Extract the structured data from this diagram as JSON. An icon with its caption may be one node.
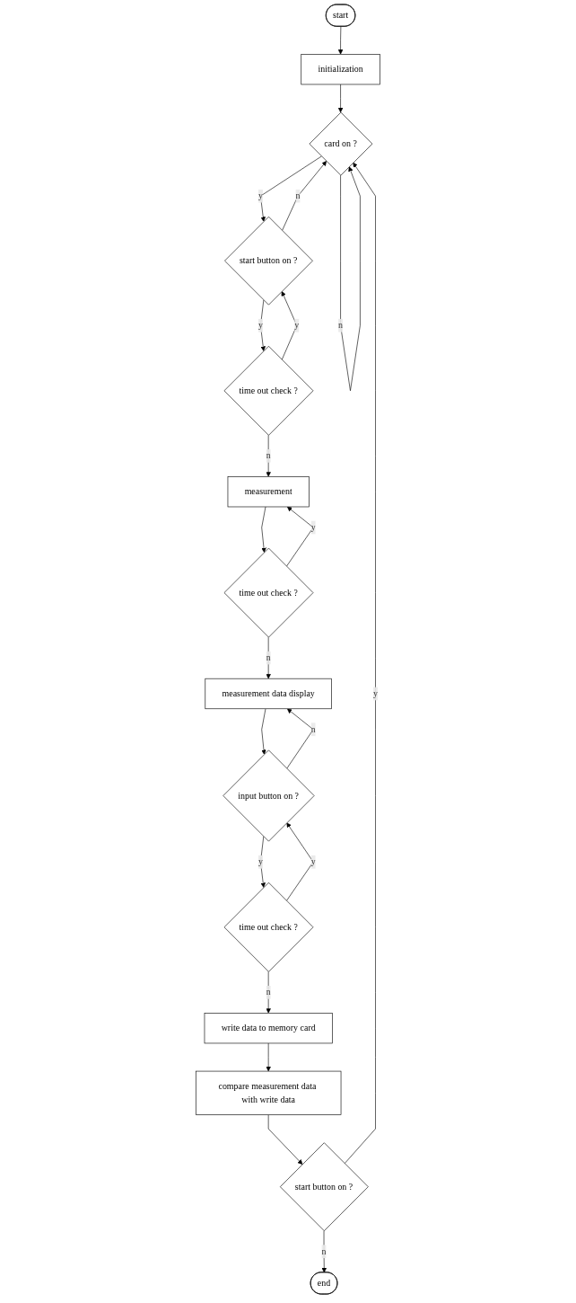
{
  "diagram": {
    "nodes": [
      {
        "text": [
          "start"
        ]
      },
      {
        "text": [
          "initialization"
        ]
      },
      {
        "text": [
          "card on ?"
        ]
      },
      {
        "text": [
          "start button on ?"
        ]
      },
      {
        "text": [
          "time out check ?"
        ]
      },
      {
        "text": [
          "measurement"
        ]
      },
      {
        "text": [
          "time out check ?"
        ]
      },
      {
        "text": [
          "measurement data display"
        ]
      },
      {
        "text": [
          "input button on ?"
        ]
      },
      {
        "text": [
          "time out check ?"
        ]
      },
      {
        "text": [
          "write data to memory card"
        ]
      },
      {
        "text": [
          "compare measurement data with write data"
        ]
      },
      {
        "text": [
          "start button on ?"
        ]
      },
      {
        "text": [
          "end"
        ]
      }
    ],
    "edges": [
      {
        "from": 0,
        "to": 1,
        "arrow": "to"
      },
      {
        "from": 1,
        "to": 2,
        "arrow": "to"
      },
      {
        "from": 2,
        "to": 2,
        "arrow": "to",
        "label": "n"
      },
      {
        "from": 2,
        "to": 3,
        "arrow": "to",
        "label": "y"
      },
      {
        "from": 3,
        "to": 2,
        "arrow": "to",
        "label": "n"
      },
      {
        "from": 3,
        "to": 4,
        "arrow": "to",
        "label": "y"
      },
      {
        "from": 4,
        "to": 3,
        "arrow": "to",
        "label": "y"
      },
      {
        "from": 4,
        "to": 5,
        "arrow": "to",
        "label": "n"
      },
      {
        "from": 5,
        "to": 6,
        "arrow": "to"
      },
      {
        "from": 6,
        "to": 5,
        "arrow": "to",
        "label": "y"
      },
      {
        "from": 6,
        "to": 7,
        "arrow": "to",
        "label": "n"
      },
      {
        "from": 7,
        "to": 8,
        "arrow": "to"
      },
      {
        "from": 8,
        "to": 7,
        "arrow": "to",
        "label": "n"
      },
      {
        "from": 8,
        "to": 9,
        "arrow": "to",
        "label": "y"
      },
      {
        "from": 9,
        "to": 8,
        "arrow": "to",
        "label": "y"
      },
      {
        "from": 9,
        "to": 10,
        "arrow": "to",
        "label": "n"
      },
      {
        "from": 10,
        "to": 11,
        "arrow": "to"
      },
      {
        "from": 11,
        "to": 12,
        "arrow": "to"
      },
      {
        "from": 12,
        "to": 2,
        "arrow": "to",
        "label": "y"
      },
      {
        "from": 12,
        "to": 13,
        "arrow": "to",
        "label": "n"
      }
    ]
  }
}
